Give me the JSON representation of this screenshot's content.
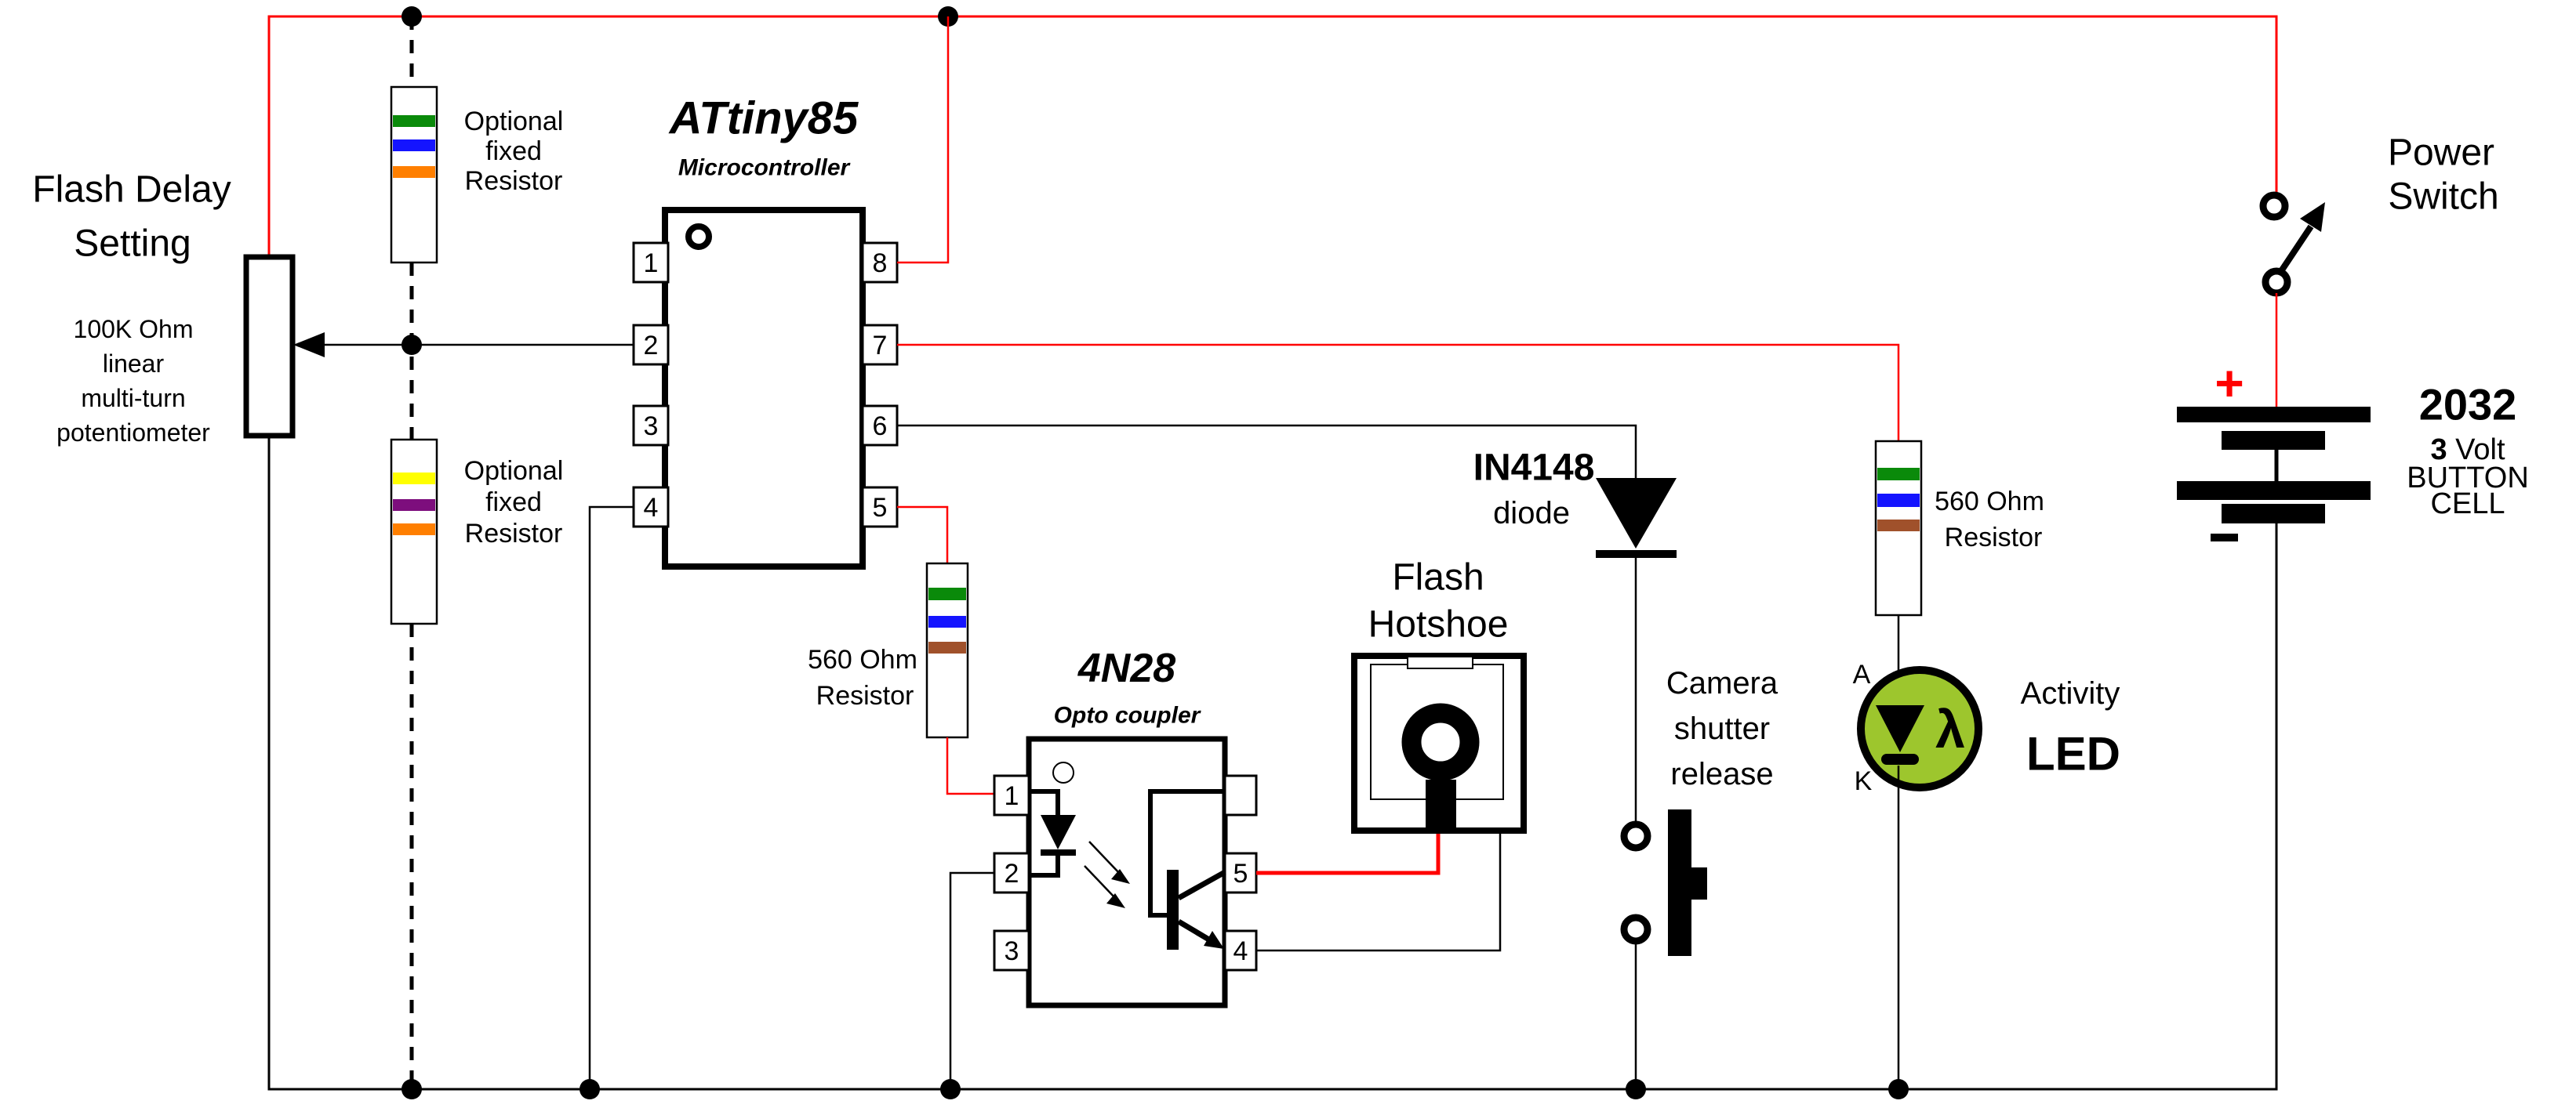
{
  "colors": {
    "wire_red": "#ff0000",
    "band_green": "#0a8a0a",
    "band_blue": "#1414ff",
    "band_orange": "#ff7f00",
    "band_yellow": "#ffff00",
    "band_purple": "#7d0e7d",
    "band_brown": "#a0512b",
    "led_green": "#9dc62d",
    "battery_plus_red": "#ff0000"
  },
  "pot": {
    "title1": "Flash Delay",
    "title2": "Setting",
    "spec1": "100K Ohm",
    "spec2": "linear",
    "spec3": "multi-turn",
    "spec4": "potentiometer"
  },
  "optional_resistor": {
    "l1": "Optional",
    "l2": "fixed",
    "l3": "Resistor"
  },
  "attiny": {
    "title": "ATtiny85",
    "subtitle": "Microcontroller",
    "pins_left": [
      "1",
      "2",
      "3",
      "4"
    ],
    "pins_right": [
      "8",
      "7",
      "6",
      "5"
    ]
  },
  "r560": {
    "l1": "560 Ohm",
    "l2": "Resistor"
  },
  "opto": {
    "title": "4N28",
    "subtitle": "Opto coupler",
    "pins_left": [
      "1",
      "2",
      "3"
    ],
    "pins_right": [
      "",
      "5",
      "4"
    ]
  },
  "hotshoe": {
    "l1": "Flash",
    "l2": "Hotshoe"
  },
  "diode": {
    "name": "IN4148",
    "type": "diode"
  },
  "shutter": {
    "l1": "Camera",
    "l2": "shutter",
    "l3": "release"
  },
  "led": {
    "anode": "A",
    "cathode": "K",
    "lambda": "λ",
    "l1": "Activity",
    "l2": "LED"
  },
  "power_switch": {
    "l1": "Power",
    "l2": "Switch"
  },
  "battery": {
    "plus": "+",
    "model": "2032",
    "volt_num": "3",
    "volt_txt": " Volt",
    "l3": "BUTTON",
    "l4": "CELL"
  }
}
